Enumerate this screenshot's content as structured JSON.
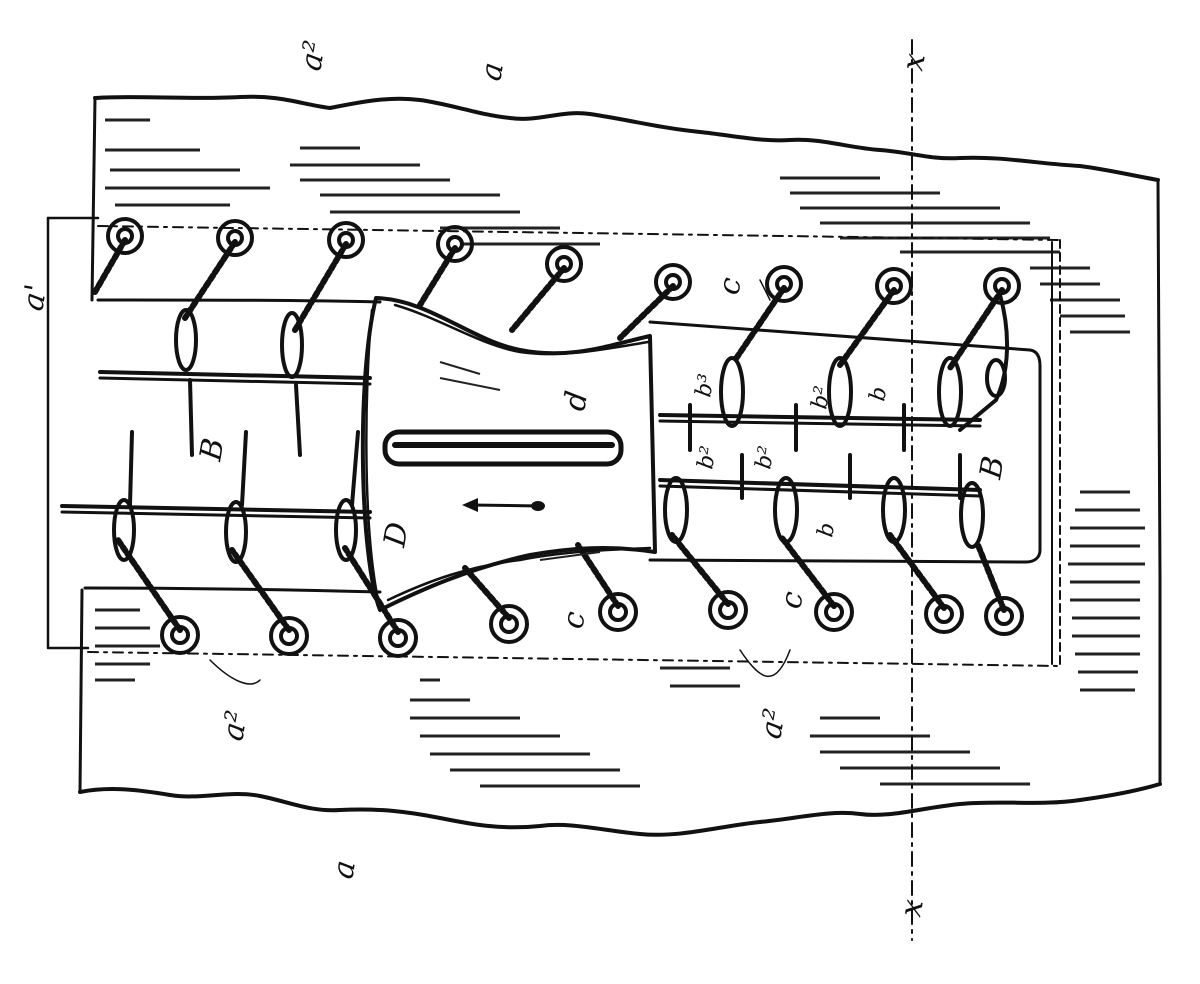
{
  "figure": {
    "labels": {
      "a_top": "a",
      "a_bottom": "a",
      "a2_top": "a²",
      "a2_bottom_left": "a²",
      "a2_bottom_right": "a²",
      "a_left": "a'",
      "x_top": "x",
      "x_bottom": "x",
      "B_left": "B",
      "B_right": "B",
      "D": "D",
      "d": "d",
      "c_top": "c",
      "c_mid": "c",
      "c_low": "c",
      "b_lower": "b",
      "b_upper": "b",
      "b2_1": "b²",
      "b2_2": "b²",
      "b2_3": "b²",
      "b3": "b³"
    }
  }
}
